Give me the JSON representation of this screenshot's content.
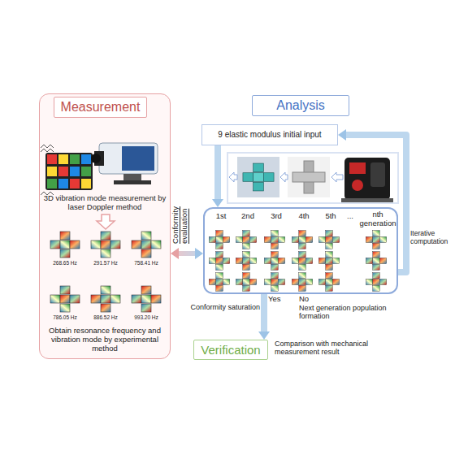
{
  "diagram": {
    "nodes": [
      {
        "text": [
          "3D vibration mode measurement by laser Doppler method",
          "Obtain resonance frequency and vibration mode by experimental method"
        ]
      },
      {
        "text": [
          "Measurement"
        ],
        "in": 0
      },
      {
        "text": [
          "Analysis"
        ]
      },
      {
        "text": [
          "9 elastic modulus initial input"
        ]
      },
      {
        "text": [
          "1st",
          "2nd",
          "3rd",
          "4th",
          "5th",
          "...",
          "nth generation"
        ]
      },
      {
        "text": [
          "Verification"
        ]
      }
    ],
    "edges": [
      {
        "from": 0,
        "to": 4,
        "arrow": "both",
        "label": "Conformity evaluation"
      },
      {
        "from": 3,
        "to": 4,
        "arrow": "to"
      },
      {
        "from": 4,
        "to": 3,
        "arrow": "to",
        "label": "Iterative computation"
      },
      {
        "from": 4,
        "to": 5,
        "arrow": "to",
        "label": "Yes"
      }
    ],
    "labels": [
      "268.65 Hz",
      "291.57 Hz",
      "758.41 Hz",
      "786.05 Hz",
      "886.52 Hz",
      "993.20 Hz",
      "Conformity saturation",
      "No",
      "Next generation population formation",
      "Comparison with mechanical measurement result"
    ]
  }
}
